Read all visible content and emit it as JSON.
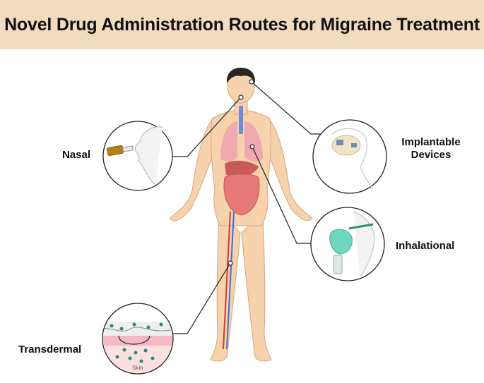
{
  "header": {
    "title": "Novel Drug Administration Routes for Migraine Treatment"
  },
  "routes": {
    "nasal": "Nasal",
    "implantable_1": "Implantable",
    "implantable_2": "Devices",
    "inhalational": "Inhalational",
    "transdermal": "Transdermal"
  },
  "skin_label": "Skin",
  "colors": {
    "banner": "#f2dcc0",
    "body_skin": "#f6d2ad",
    "lungs": "#f0a9b0",
    "organs": "#e67a7a",
    "artery": "#d23a3a",
    "vein": "#3e6fd8",
    "particle": "#1c8c86",
    "mask": "#5fd3b8"
  }
}
